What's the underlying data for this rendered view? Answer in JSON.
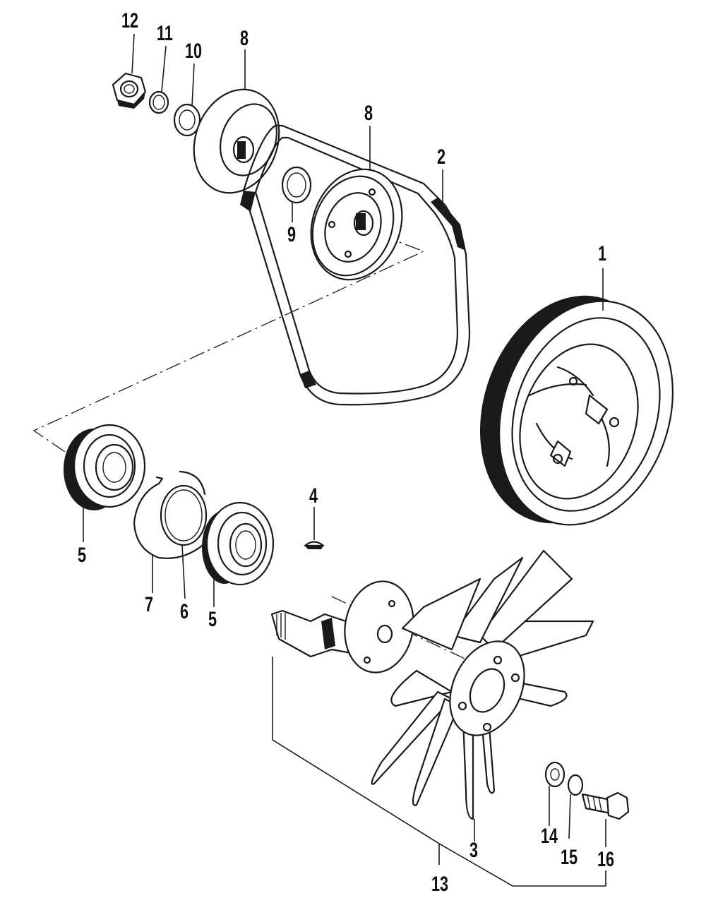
{
  "diagram": {
    "callouts": [
      {
        "id": "1",
        "text": "1"
      },
      {
        "id": "2",
        "text": "2"
      },
      {
        "id": "3",
        "text": "3"
      },
      {
        "id": "4",
        "text": "4"
      },
      {
        "id": "5a",
        "text": "5"
      },
      {
        "id": "5b",
        "text": "5"
      },
      {
        "id": "6",
        "text": "6"
      },
      {
        "id": "7",
        "text": "7"
      },
      {
        "id": "8a",
        "text": "8"
      },
      {
        "id": "8b",
        "text": "8"
      },
      {
        "id": "9",
        "text": "9"
      },
      {
        "id": "10",
        "text": "10"
      },
      {
        "id": "11",
        "text": "11"
      },
      {
        "id": "12",
        "text": "12"
      },
      {
        "id": "13",
        "text": "13"
      },
      {
        "id": "14",
        "text": "14"
      },
      {
        "id": "15",
        "text": "15"
      },
      {
        "id": "16",
        "text": "16"
      }
    ],
    "parts": [
      "hex-nut",
      "lock-washer",
      "flat-washer",
      "pulley-half-outer",
      "pulley-half-inner",
      "spacer",
      "drive-belt",
      "crank-pulley",
      "bearing",
      "retaining-ring",
      "snap-ring",
      "bearing-inner",
      "woodruff-key",
      "fan-shaft",
      "fan-blade",
      "washer",
      "lock-washer-small",
      "bolt"
    ]
  }
}
